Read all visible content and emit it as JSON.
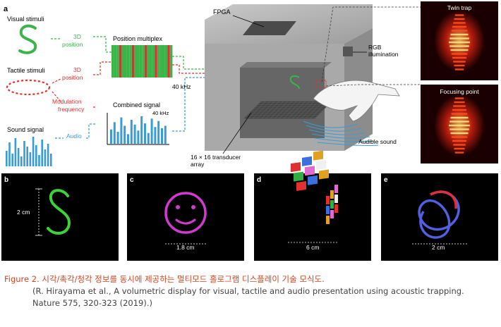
{
  "panel_a": {
    "label": "a",
    "visual_stimuli": "Visual stimuli",
    "tactile_stimuli": "Tactile stimuli",
    "sound_signal": "Sound signal",
    "pos3d_1_line1": "3D",
    "pos3d_1_line2": "position",
    "pos3d_2_line1": "3D",
    "pos3d_2_line2": "position",
    "mod_line1": "Modulation",
    "mod_line2": "frequency",
    "audio": "Audio",
    "position_multiplex": "Position multiplex",
    "combined_signal": "Combined signal",
    "combined_khz": "40 kHz",
    "khz_arrow": "40 kHz",
    "fpga": "FPGA",
    "rgb_line1": "RGB",
    "rgb_line2": "illumination",
    "transducer_line1": "16 × 16 transducer",
    "transducer_line2": "array",
    "audible_sound": "Audible sound",
    "twin_trap": "Twin trap",
    "focusing_point": "Focusing point",
    "multiplex_pattern": [
      "g",
      "g",
      "g",
      "r",
      "g",
      "g",
      "g",
      "g",
      "r",
      "g",
      "g",
      "g",
      "g",
      "r",
      "g",
      "g",
      "g",
      "r",
      "g",
      "g",
      "g",
      "g",
      "r",
      "g"
    ],
    "sound_bars": [
      22,
      34,
      18,
      40,
      26,
      14,
      36,
      28,
      20,
      42,
      30,
      16,
      38,
      24,
      32,
      18
    ],
    "combined_bars": [
      24,
      36,
      20,
      44,
      30,
      16,
      40,
      32,
      22,
      46,
      34,
      18,
      42,
      28,
      38,
      26,
      30
    ]
  },
  "panel_b": {
    "label": "b",
    "scale": "2 cm"
  },
  "panel_c": {
    "label": "c",
    "scale": "1.8 cm"
  },
  "panel_d": {
    "label": "d",
    "scale": "6 cm"
  },
  "panel_e": {
    "label": "e",
    "scale": "2 cm"
  },
  "caption": {
    "title": "Figure 2. 시각/촉각/청각 정보를 동시에 제공하는 멀티모드 홀로그램 디스플레이 기술 모식도.",
    "reference": "(R. Hirayama et al., A volumetric display for visual, tactile and audio presentation using acoustic trapping. Nature 575, 320-323 (2019).)"
  },
  "colors": {
    "green": "#3bb54a",
    "red": "#e03030",
    "blue": "#3a9bd5",
    "caption_red": "#d2451e"
  }
}
